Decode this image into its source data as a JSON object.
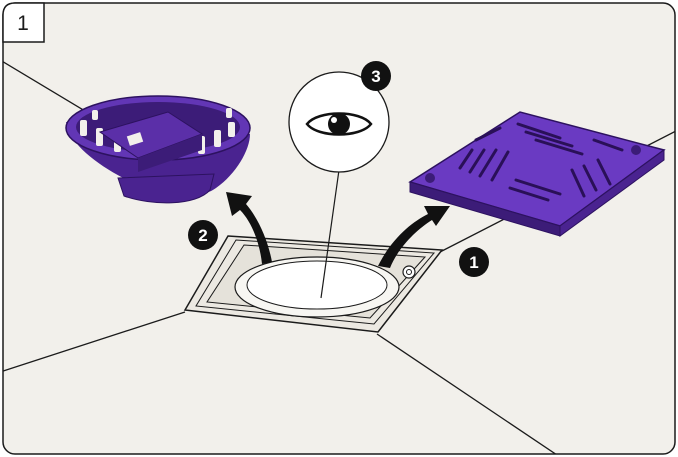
{
  "panel": {
    "number": "1"
  },
  "steps": [
    {
      "label": "1"
    },
    {
      "label": "2"
    },
    {
      "label": "3"
    }
  ],
  "icons": {
    "eye": "eye-icon",
    "arrow_grate": "curved-arrow-icon",
    "arrow_basket": "curved-arrow-icon"
  },
  "colors": {
    "part": "#5b2fa8",
    "part_dark": "#3c1c78",
    "part_light": "#7d4fd1",
    "background": "#f2f0eb",
    "line": "#1b1b1b",
    "arrow": "#111111"
  }
}
